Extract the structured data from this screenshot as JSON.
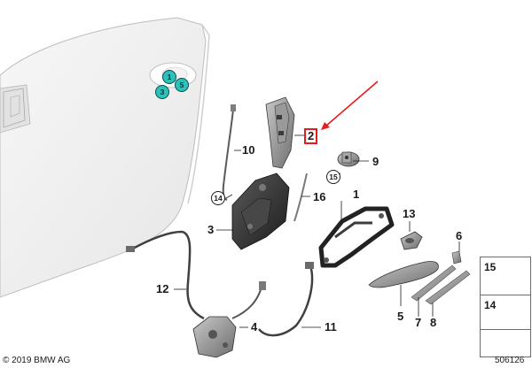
{
  "callouts": {
    "c1": "1",
    "c2": "2",
    "c3": "3",
    "c4": "4",
    "c5": "5",
    "c6": "6",
    "c7": "7",
    "c8": "8",
    "c9": "9",
    "c10": "10",
    "c11": "11",
    "c12": "12",
    "c13": "13",
    "c14": "14",
    "c15": "15",
    "c16": "16"
  },
  "door_markers": {
    "m1": "1",
    "m3": "3",
    "m5": "5"
  },
  "legend": {
    "screw": "15",
    "clip": "14"
  },
  "highlight": {
    "part": "2",
    "color": "#e51c1c"
  },
  "footer": {
    "copyright": "© 2019 BMW AG",
    "diagram_id": "506126"
  },
  "colors": {
    "marker": "#2cc1bb",
    "parts": "#2b2b2b",
    "door": "#f0f0f0"
  }
}
